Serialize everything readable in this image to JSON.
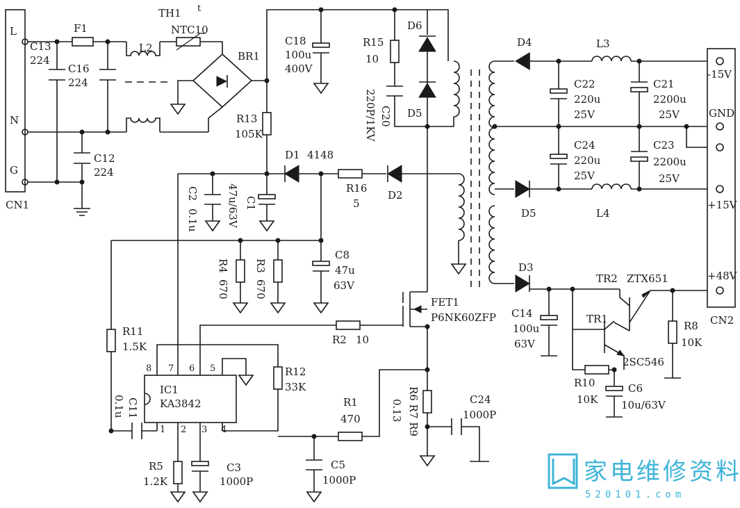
{
  "labels": {
    "cn1_l": "L",
    "cn1_n": "N",
    "cn1_g": "G",
    "cn1": "CN1",
    "c13": "C13",
    "c13v": "224",
    "f1": "F1",
    "c16": "C16",
    "c16v": "224",
    "c12": "C12",
    "c12v": "224",
    "l2": "L2",
    "th1": "TH1",
    "ntc": "NTC10",
    "ntc_t": "t",
    "br1": "BR1",
    "r13": "R13",
    "r13v": "105K",
    "c18": "C18",
    "c18v1": "100u",
    "c18v2": "400V",
    "r15": "R15",
    "r15v": "10",
    "c20": "C20",
    "c20v": "220P/1KV",
    "d6": "D6",
    "d5a": "D5",
    "d1": "D1",
    "d1v": "4148",
    "r16": "R16",
    "r16v": "5",
    "d2": "D2",
    "c2": "C2",
    "c2v": "0.1u",
    "c1": "C1",
    "c1v": "47u/63V",
    "r4": "R4",
    "r4v": "670",
    "r3": "R3",
    "r3v": "670",
    "c8": "C8",
    "c8v1": "47u",
    "c8v2": "63V",
    "fet1": "FET1",
    "fetv": "P6NK60ZFP",
    "r11": "R11",
    "r11v": "1.5K",
    "r2": "R2",
    "r2v": "10",
    "ic1": "IC1",
    "ka": "KA3842",
    "p8": "8",
    "p7": "7",
    "p6": "6",
    "p5": "5",
    "p1": "1",
    "p2": "2",
    "p3": "3",
    "p4": "4",
    "r12": "R12",
    "r12v": "33K",
    "c11": "C11",
    "c11v": "0.1u",
    "r1": "R1",
    "r1v": "470",
    "r6": "R6 R7 R9",
    "r6v": "0.13",
    "c24b": "C24",
    "c24bv": "1000P",
    "r5": "R5",
    "r5v": "1.2K",
    "c3": "C3",
    "c3v": "1000P",
    "c5": "C5",
    "c5v": "1000P",
    "d4": "D4",
    "l3": "L3",
    "c22": "C22",
    "c22v1": "220u",
    "c22v2": "25V",
    "c21": "C21",
    "c21v1": "2200u",
    "c21v2": "25V",
    "c24": "C24",
    "c24v1": "220u",
    "c24v2": "25V",
    "c23": "C23",
    "c23v1": "2200u",
    "c23v2": "25V",
    "d5b": "D5",
    "l4": "L4",
    "m15": "-15V",
    "gnd": "GND",
    "p15": "+15V",
    "p48": "+48V",
    "cn2": "CN2",
    "d3": "D3",
    "c14": "C14",
    "c14v1": "100u",
    "c14v2": "63V",
    "tr2": "TR2",
    "ztx": "ZTX651",
    "tr1": "TR1",
    "sc": "2SC546",
    "r8": "R8",
    "r8v": "10K",
    "r10": "R10",
    "r10v": "10K",
    "c6": "C6",
    "c6v": "10u/63V"
  },
  "watermark": {
    "brand": "家电维修资料网",
    "url": "520101.com"
  }
}
